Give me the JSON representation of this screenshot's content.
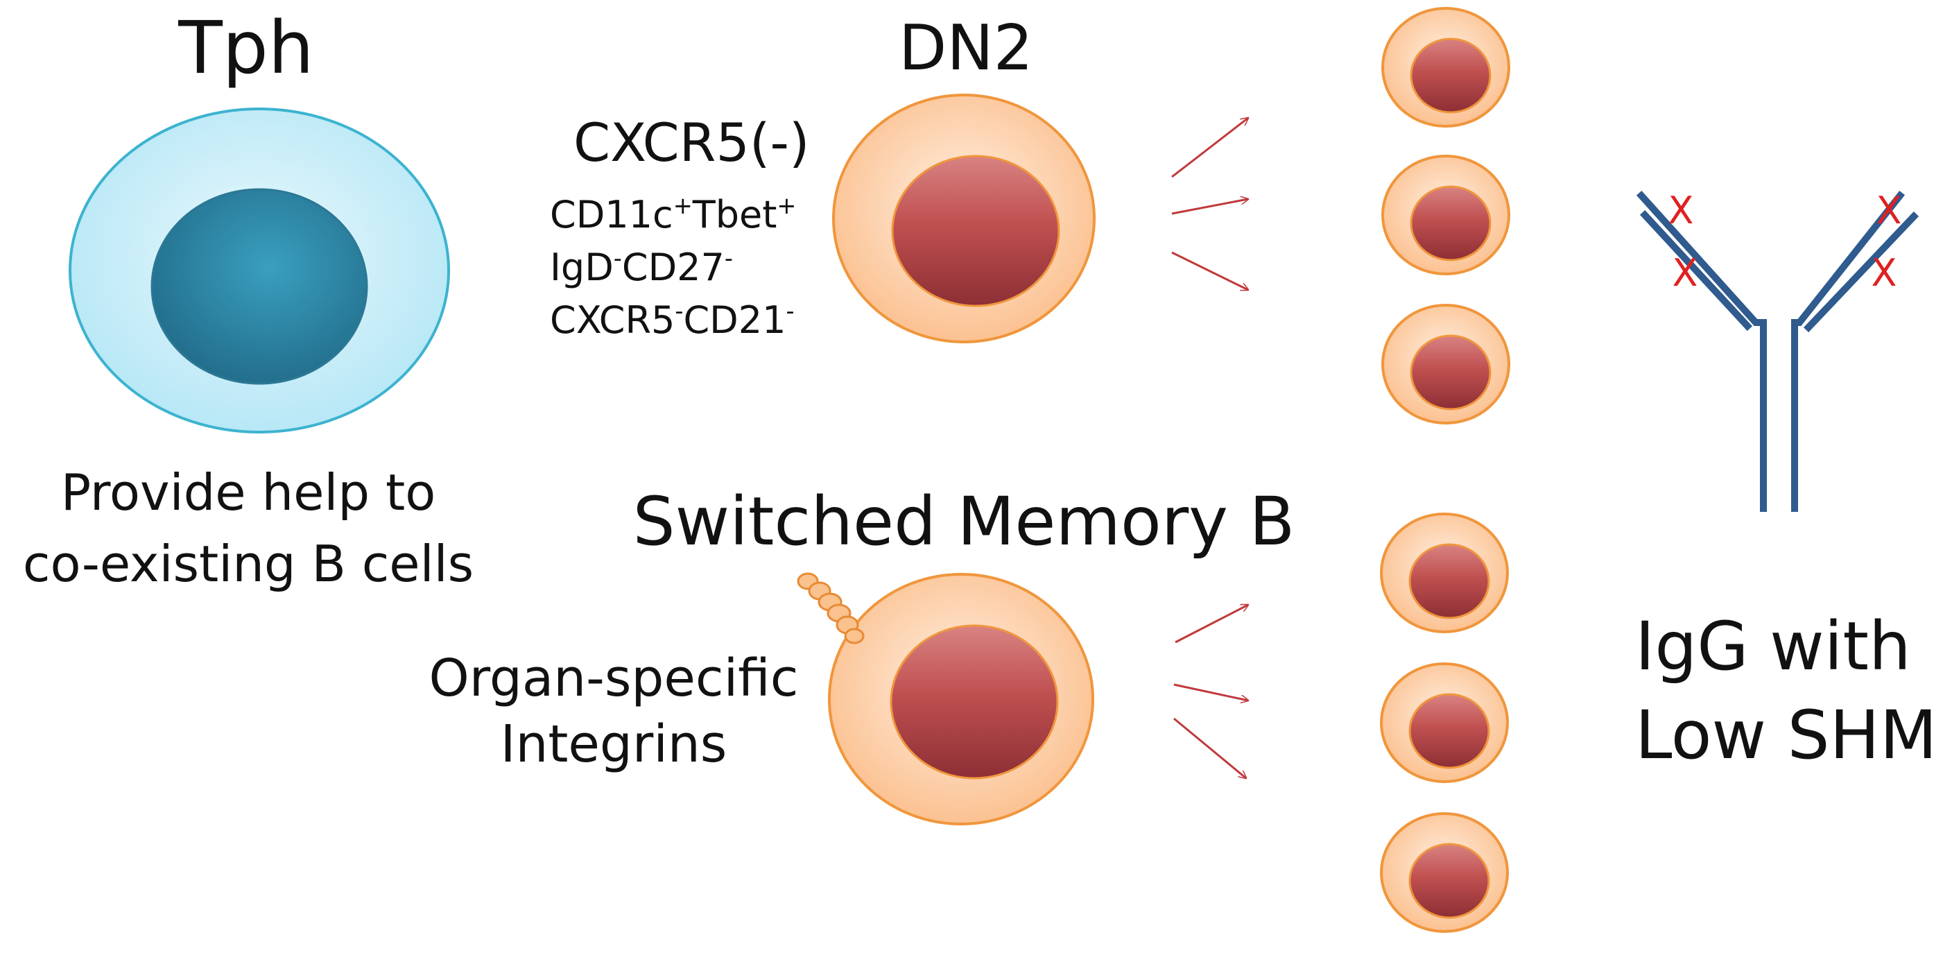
{
  "tph": {
    "title": "Tph",
    "caption_line1": "Provide help to",
    "caption_line2": "co-existing B cells"
  },
  "dn2": {
    "title": "DN2",
    "subtitle": "CXCR5(-)",
    "marker1_a": "CD11c",
    "marker1_a_sup": "+",
    "marker1_b": "Tbet",
    "marker1_b_sup": "+",
    "marker2_a": "IgD",
    "marker2_a_sup": "-",
    "marker2_b": "CD27",
    "marker2_b_sup": "-",
    "marker3_a": "CXCR5",
    "marker3_a_sup": "-",
    "marker3_b": "CD21",
    "marker3_b_sup": "-"
  },
  "memory": {
    "title": "Switched Memory B",
    "caption_line1": "Organ-specific",
    "caption_line2": "Integrins"
  },
  "antibody": {
    "caption_line1": "IgG with",
    "caption_line2": "Low SHM",
    "mutation_mark": "X"
  },
  "colors": {
    "tph_outer_fill": "#bdeaf7",
    "tph_outer_stroke": "#3cb3cf",
    "tph_nucleus": "#2a7f9e",
    "b_outer_fill": "#fbc9a0",
    "b_outer_stroke": "#f0963c",
    "b_nucleus": "#b23b40",
    "arrow": "#c0393b",
    "antibody": "#2f5b8e",
    "mutation": "#e02020"
  }
}
